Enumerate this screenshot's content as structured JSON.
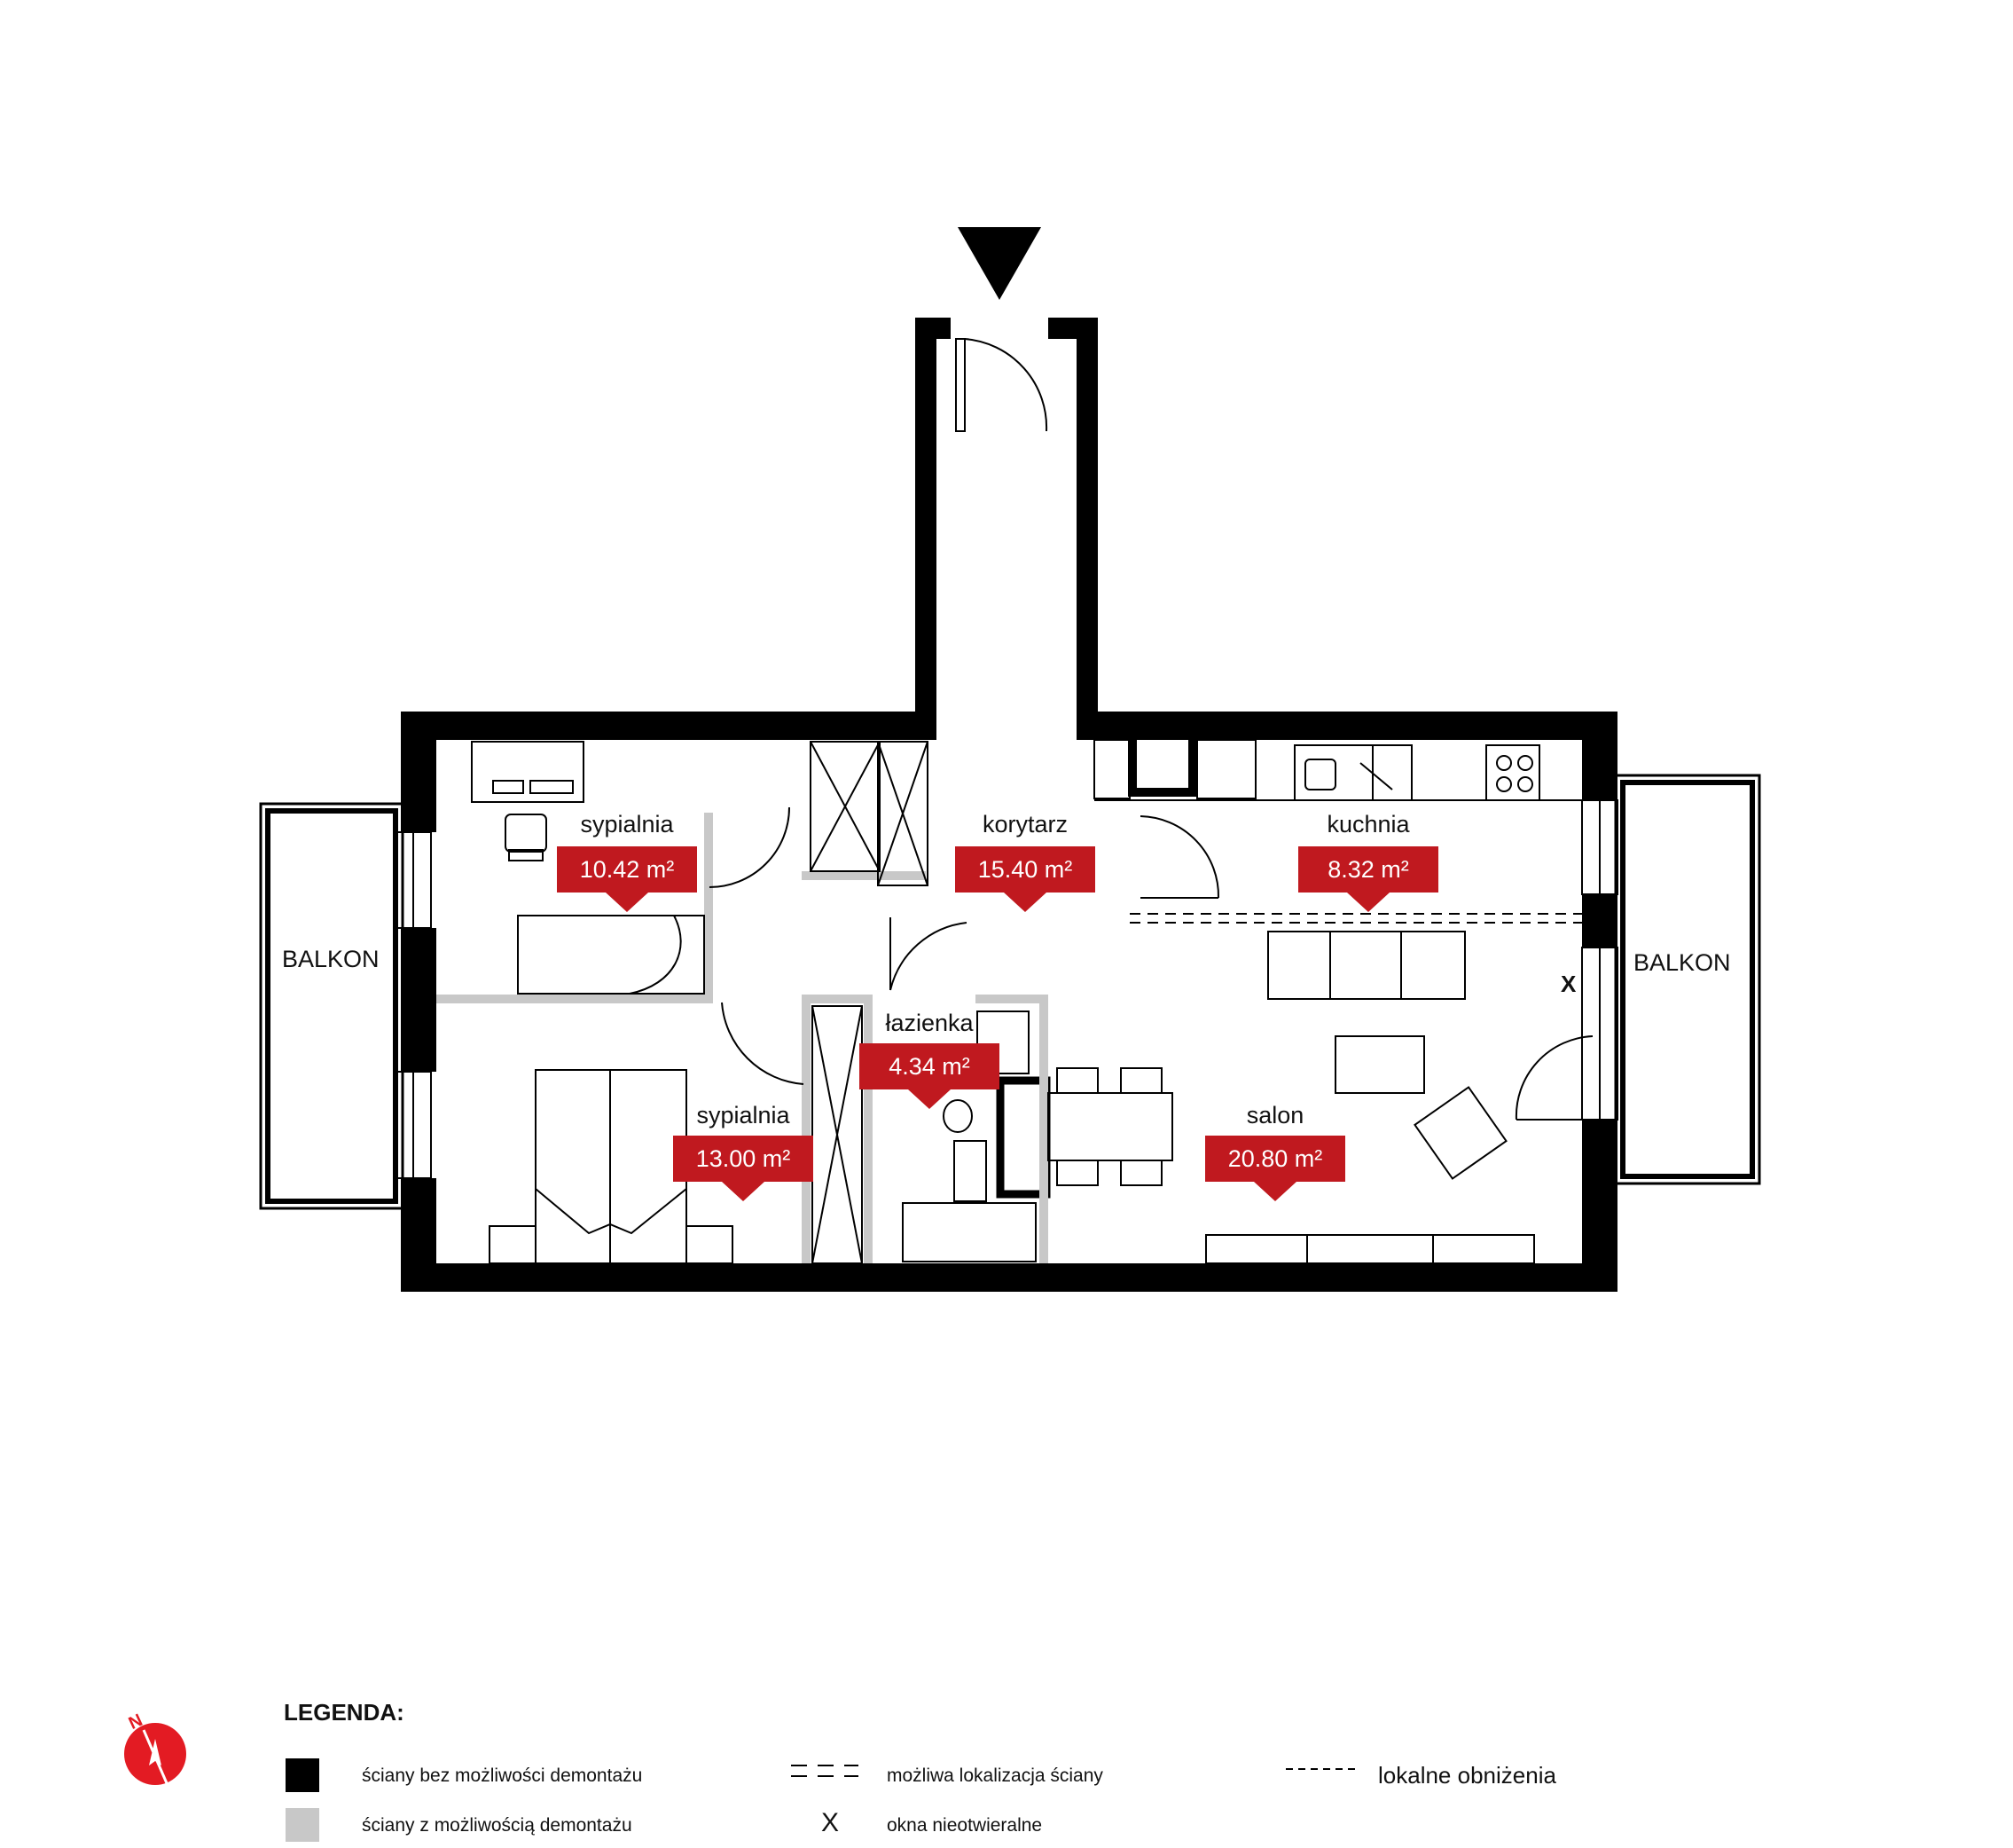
{
  "rooms": [
    {
      "name": "sypialnia",
      "area": "10.42 m²"
    },
    {
      "name": "korytarz",
      "area": "15.40 m²"
    },
    {
      "name": "kuchnia",
      "area": "8.32 m²"
    },
    {
      "name": "łazienka",
      "area": "4.34 m²"
    },
    {
      "name": "sypialnia",
      "area": "13.00 m²"
    },
    {
      "name": "salon",
      "area": "20.80 m²"
    }
  ],
  "balconies": [
    "BALKON",
    "BALKON"
  ],
  "fixed_window_mark": "X",
  "legend": {
    "title": "LEGENDA:",
    "items": [
      "ściany bez możliwości demontażu",
      "ściany z możliwością demontażu",
      "możliwa lokalizacja ściany",
      "okna nieotwieralne",
      "lokalne obniżenia"
    ],
    "fixed_window_symbol": "X"
  },
  "compass_label": "N",
  "colors": {
    "wall_fixed": "#000000",
    "wall_removable": "#c8c8c8",
    "area_tag": "#c0191f",
    "compass": "#e31b23"
  }
}
